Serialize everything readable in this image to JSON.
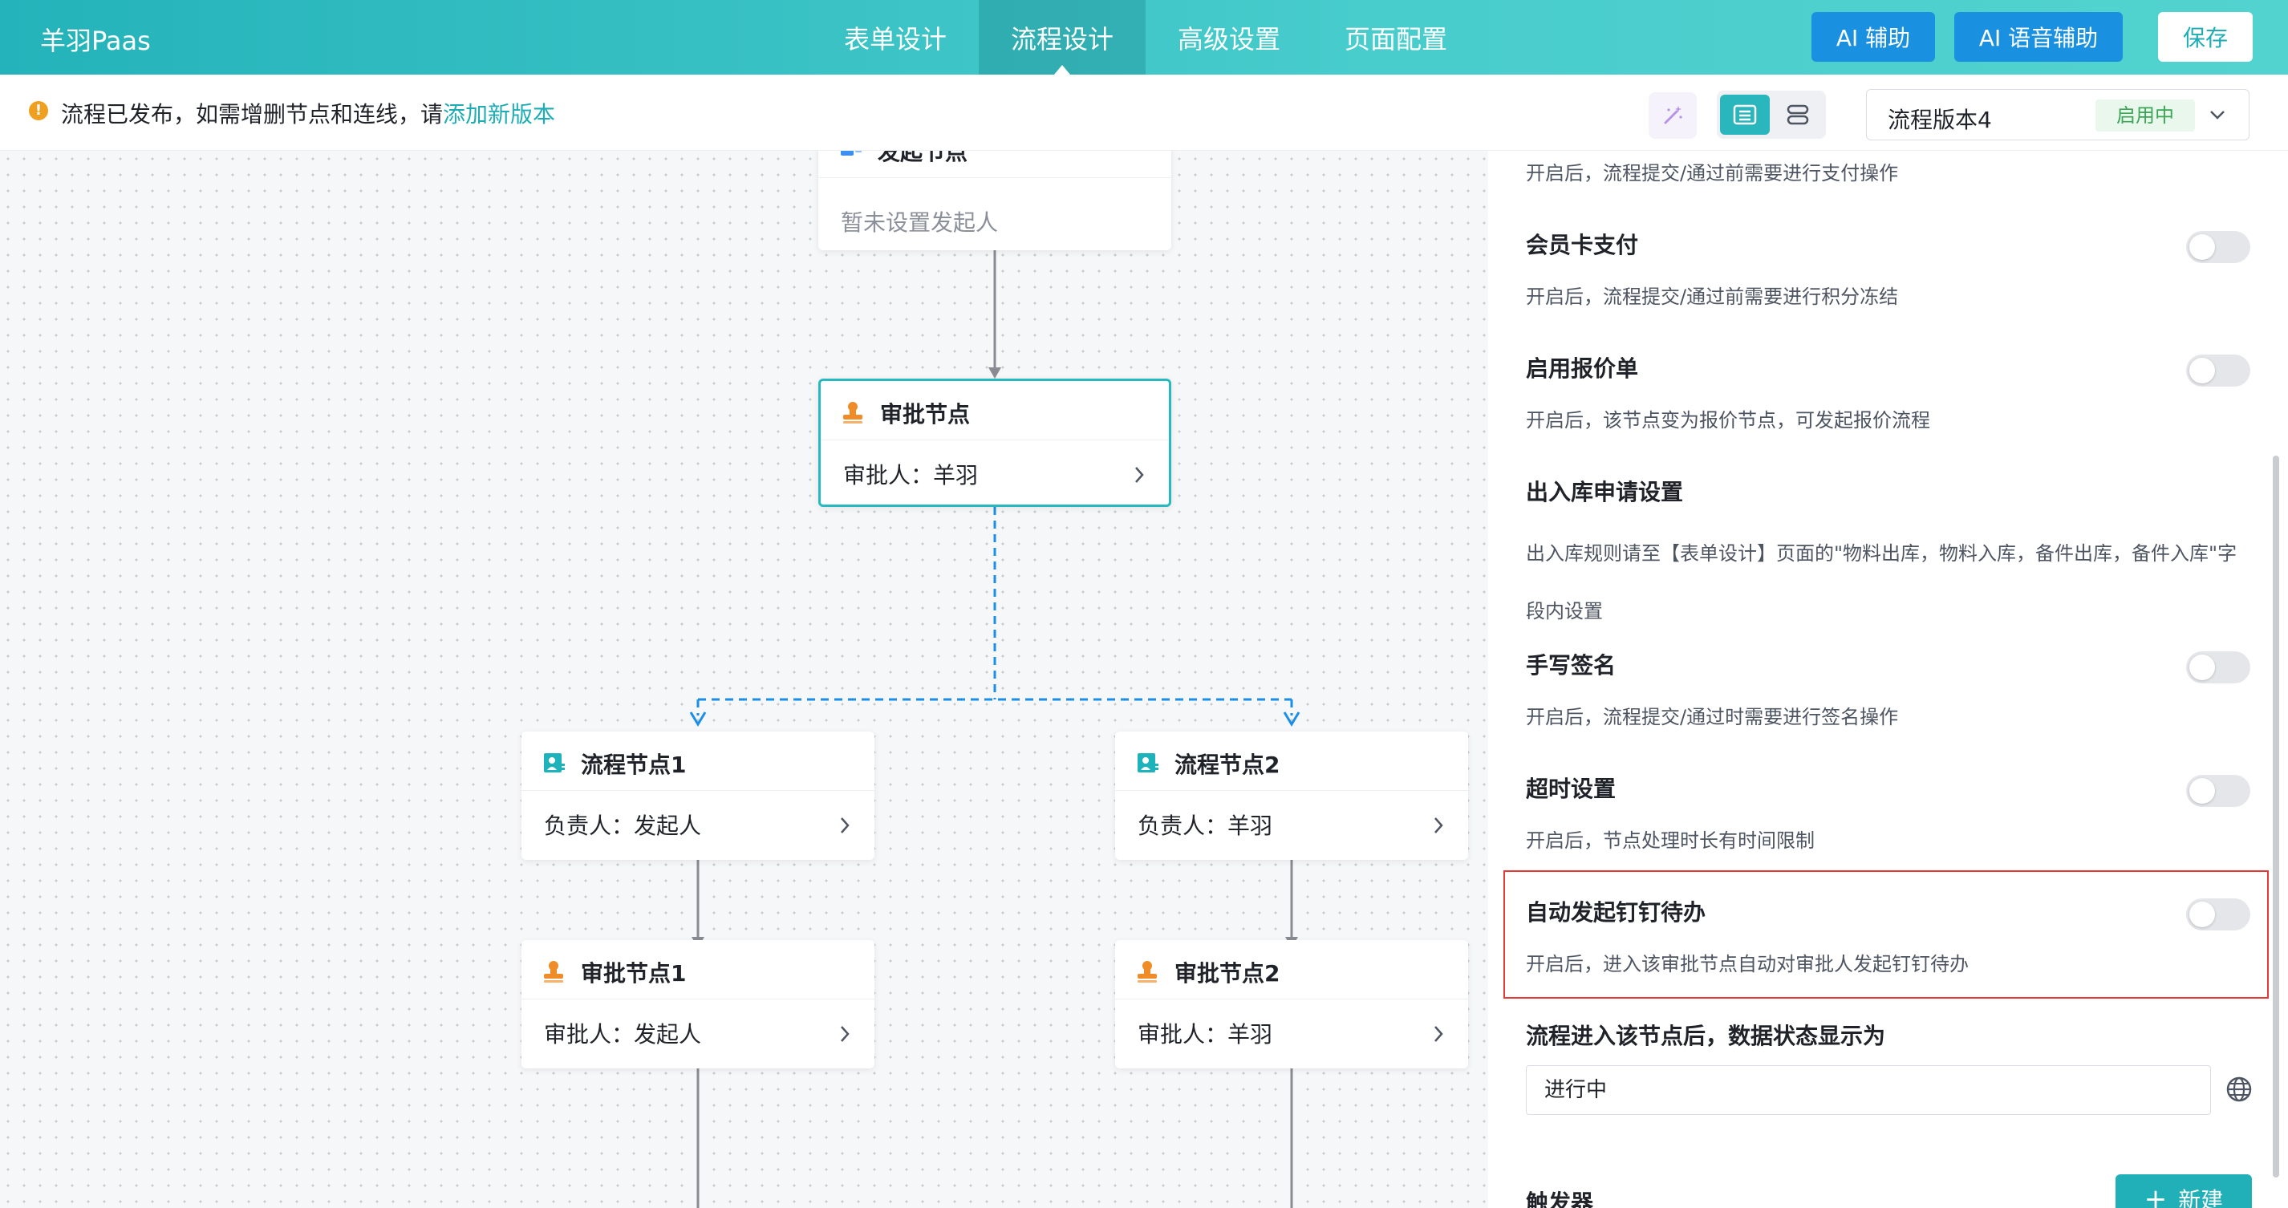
{
  "header": {
    "brand": "羊羽Paas",
    "tabs": [
      {
        "label": "表单设计",
        "active": false
      },
      {
        "label": "流程设计",
        "active": true
      },
      {
        "label": "高级设置",
        "active": false
      },
      {
        "label": "页面配置",
        "active": false
      }
    ],
    "ai_assist_label": "AI 辅助",
    "ai_voice_label": "AI 语音辅助",
    "save_label": "保存"
  },
  "toolbar": {
    "notice_text": "流程已发布，如需增删节点和连线，请",
    "notice_link": "添加新版本",
    "notice_icon": "warning-icon",
    "version_label": "流程版本4",
    "version_badge": "启用中"
  },
  "nodes": {
    "start": {
      "title": "发起节点",
      "body": "暂未设置发起人",
      "icon": "start-node-icon"
    },
    "approval": {
      "title": "审批节点",
      "body": "审批人：羊羽",
      "icon": "stamp-icon"
    },
    "process1": {
      "title": "流程节点1",
      "body": "负责人：发起人",
      "icon": "user-doc-icon"
    },
    "process2": {
      "title": "流程节点2",
      "body": "负责人：羊羽",
      "icon": "user-doc-icon"
    },
    "approval1": {
      "title": "审批节点1",
      "body": "审批人：发起人",
      "icon": "stamp-icon"
    },
    "approval2": {
      "title": "审批节点2",
      "body": "审批人：羊羽",
      "icon": "stamp-icon"
    }
  },
  "panel": {
    "pay_desc": "开启后，流程提交/通过前需要进行支付操作",
    "member_title": "会员卡支付",
    "member_desc": "开启后，流程提交/通过前需要进行积分冻结",
    "quote_title": "启用报价单",
    "quote_desc": "开启后，该节点变为报价节点，可发起报价流程",
    "stock_title": "出入库申请设置",
    "stock_desc": "出入库规则请至【表单设计】页面的\"物料出库，物料入库，备件出库，备件入库\"字段内设置",
    "sign_title": "手写签名",
    "sign_desc": "开启后，流程提交/通过时需要进行签名操作",
    "timeout_title": "超时设置",
    "timeout_desc": "开启后，节点处理时长有时间限制",
    "ding_title": "自动发起钉钉待办",
    "ding_desc": "开启后，进入该审批节点自动对审批人发起钉钉待办",
    "status_title": "流程进入该节点后，数据状态显示为",
    "status_value": "进行中",
    "trigger_title": "触发器",
    "new_label": "新建",
    "toggles": {
      "member": false,
      "quote": false,
      "sign": false,
      "timeout": false,
      "ding": false
    }
  },
  "colors": {
    "accent": "#1eadb5",
    "ai_button": "#1a91e0",
    "highlight": "#e53935",
    "badge_text": "#3aa656"
  }
}
